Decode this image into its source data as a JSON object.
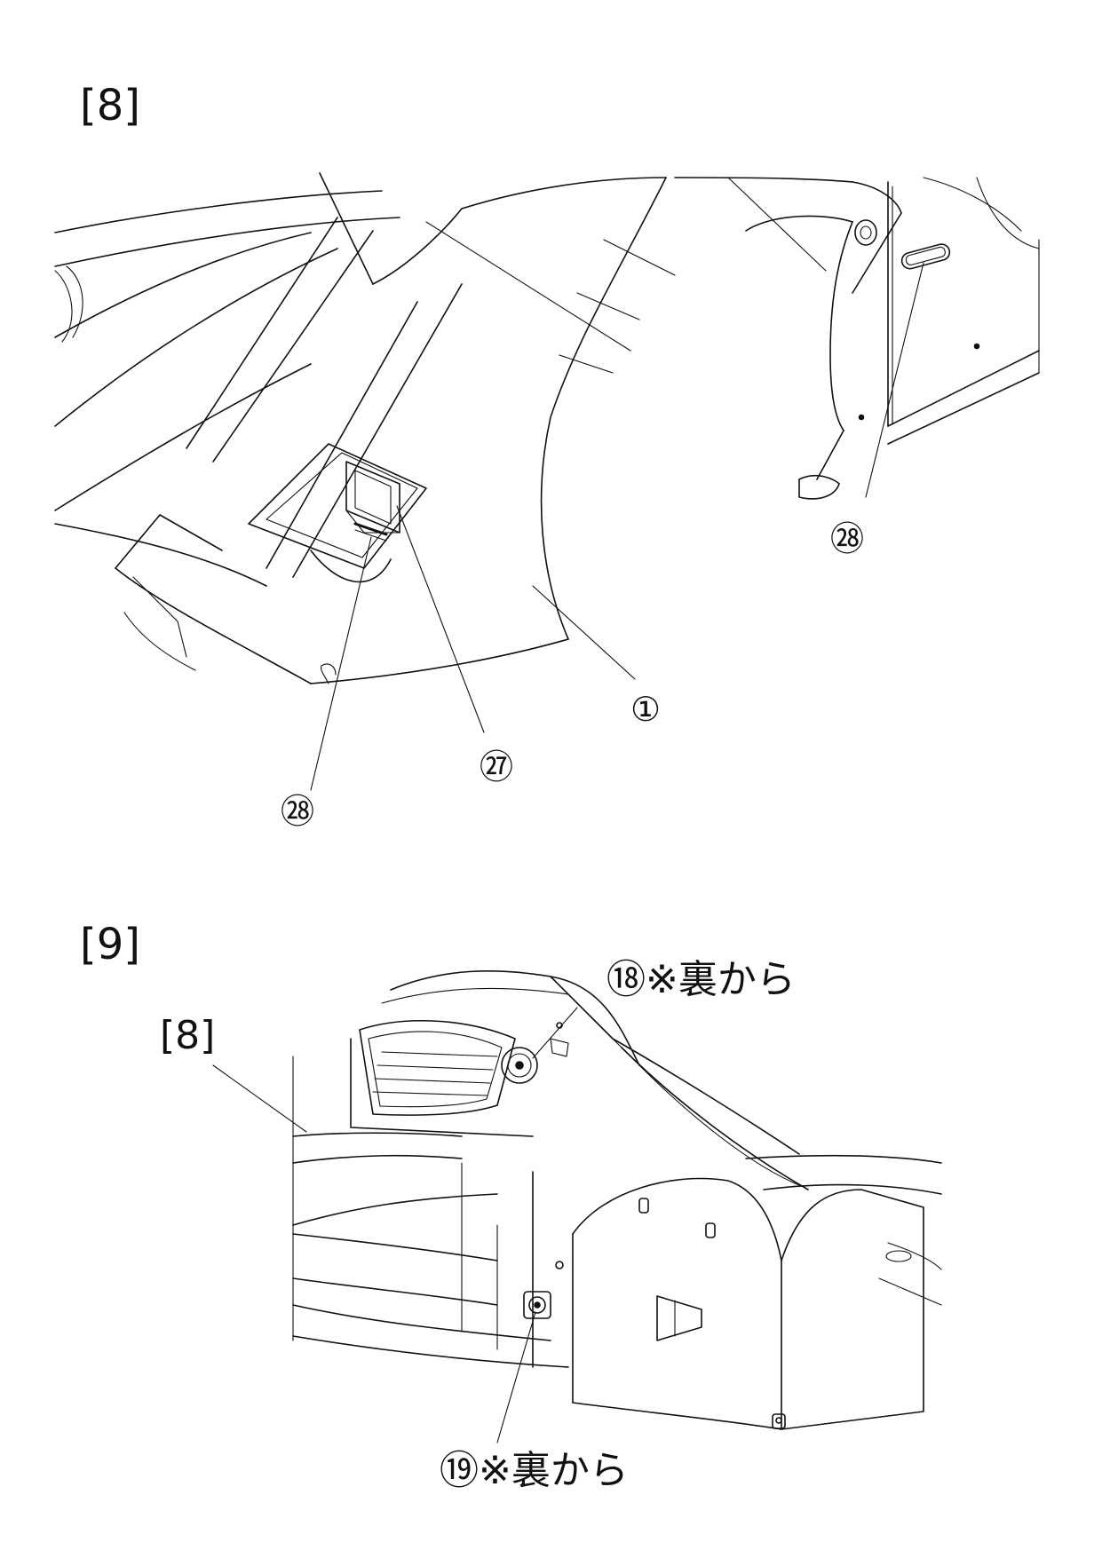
{
  "steps": [
    {
      "title": "[8]",
      "callouts": {
        "c28_right": "㉘",
        "c1": "①",
        "c27": "㉗",
        "c28_left": "㉘"
      }
    },
    {
      "title": "[9]",
      "callouts": {
        "ref8": "[8]",
        "c18": "⑱※裏から",
        "c19": "⑲※裏から"
      }
    }
  ]
}
